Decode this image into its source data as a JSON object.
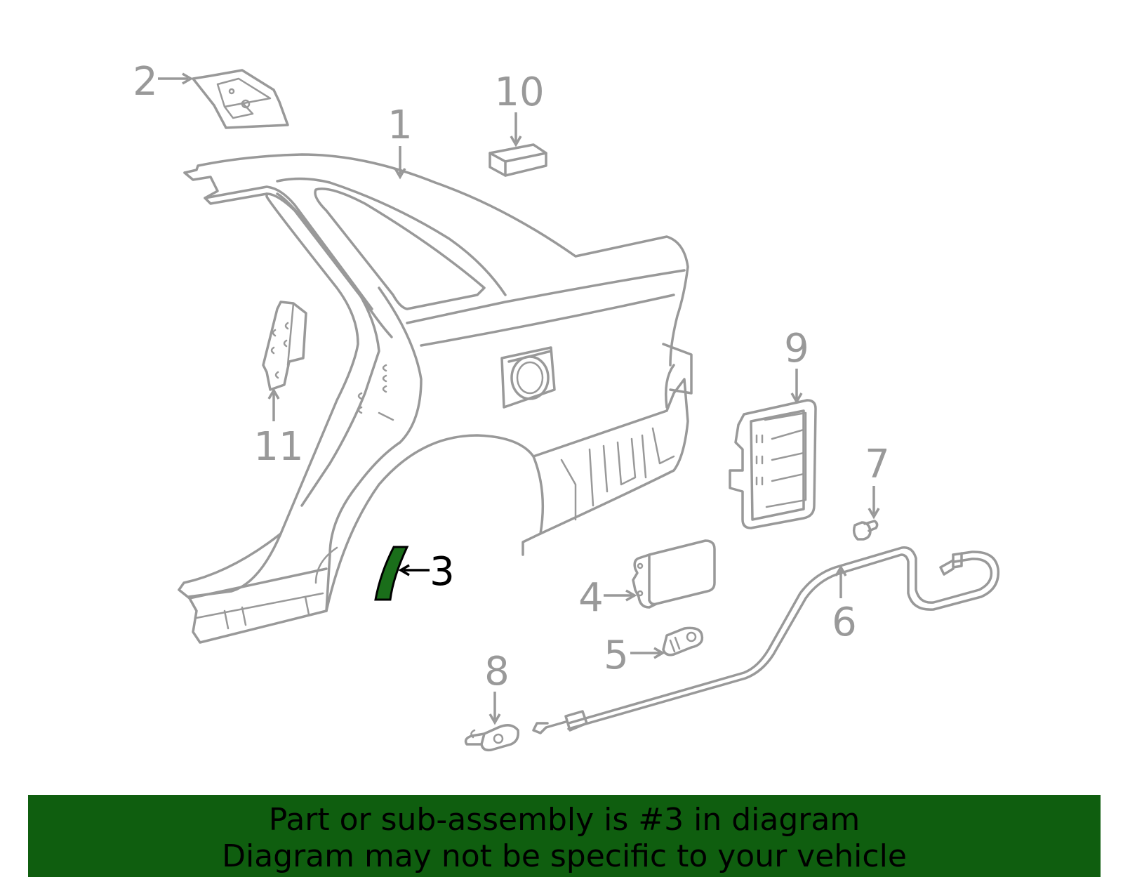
{
  "callouts": {
    "c1": "1",
    "c2": "2",
    "c3": "3",
    "c4": "4",
    "c5": "5",
    "c6": "6",
    "c7": "7",
    "c8": "8",
    "c9": "9",
    "c10": "10",
    "c11": "11"
  },
  "highlighted_part": "3",
  "colors": {
    "outline": "#999999",
    "highlight_fill": "#1a6e1a",
    "banner_bg": "#0f5e0f",
    "text": "#000000"
  },
  "banner": {
    "line1": "Part or sub-assembly is #3 in diagram",
    "line2": "Diagram may not be specific to your vehicle"
  }
}
